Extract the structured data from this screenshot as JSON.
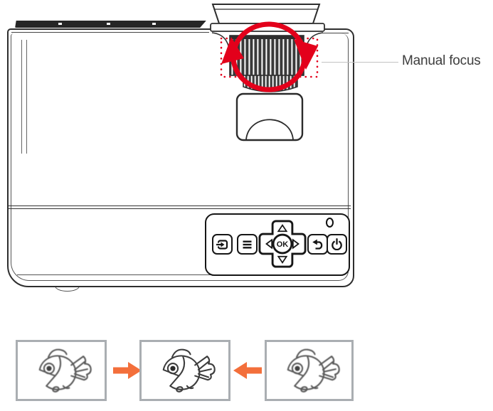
{
  "callout": {
    "label": "Manual focus"
  },
  "projector": {
    "description": "top view line drawing of projector",
    "lens": {
      "focus_wheel": "ribbed-focus-wheel",
      "rotation_arrow": "red-circular-rotation-arrow",
      "highlight_box": "red-dotted-rectangle"
    },
    "control_panel": {
      "ok_label": "OK",
      "led": "status-led",
      "buttons": [
        {
          "name": "source",
          "icon": "source-input-icon"
        },
        {
          "name": "menu",
          "icon": "menu-icon"
        },
        {
          "name": "dpad-up",
          "icon": "triangle-up-icon"
        },
        {
          "name": "dpad-down",
          "icon": "triangle-down-icon"
        },
        {
          "name": "dpad-left",
          "icon": "triangle-left-icon"
        },
        {
          "name": "dpad-right",
          "icon": "triangle-right-icon"
        },
        {
          "name": "return",
          "icon": "return-arrow-icon"
        },
        {
          "name": "power",
          "icon": "power-icon"
        }
      ]
    }
  },
  "focus_demo": {
    "panels": [
      {
        "image": "fish-out-of-focus"
      },
      {
        "image": "fish-in-focus"
      },
      {
        "image": "fish-out-of-focus"
      }
    ],
    "arrows": [
      "right",
      "left"
    ]
  },
  "colors": {
    "accent_red": "#E3001B",
    "arrow_orange": "#F36F3B",
    "line_dark": "#2E2E2E",
    "box_border_gray": "#AAAEB2",
    "callout_text": "#3D3D3D"
  }
}
